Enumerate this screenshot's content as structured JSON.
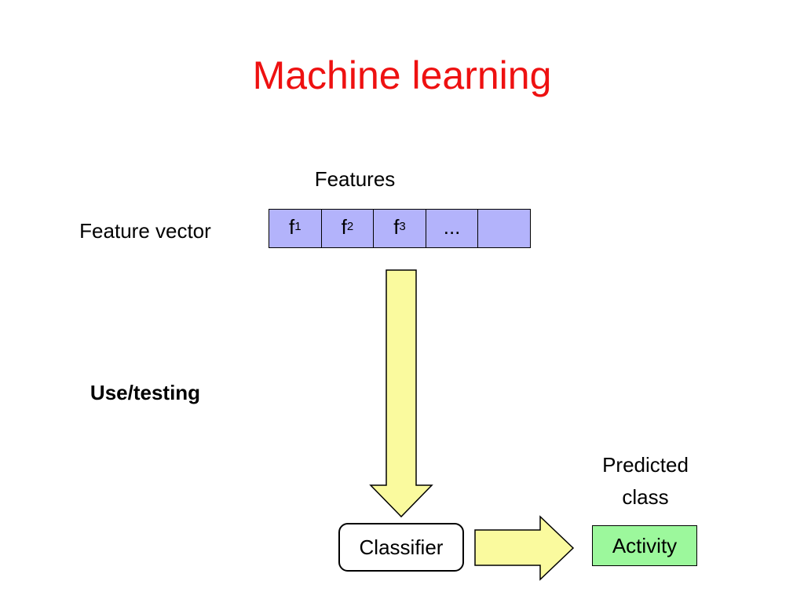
{
  "slide": {
    "title": "Machine learning",
    "features_label": "Features",
    "feature_vector_label": "Feature vector",
    "mode_label": "Use/testing",
    "predicted_class_line1": "Predicted",
    "predicted_class_line2": "class",
    "classifier_label": "Classifier",
    "output_label": "Activity"
  },
  "feature_cells": [
    {
      "base": "f",
      "sub": "1"
    },
    {
      "base": "f",
      "sub": "2"
    },
    {
      "base": "f",
      "sub": "3"
    },
    {
      "base": "...",
      "sub": ""
    },
    {
      "base": "",
      "sub": ""
    }
  ],
  "colors": {
    "title": "#ee1111",
    "vector_fill": "#b3b3fb",
    "arrow_fill": "#fafa9e",
    "output_fill": "#9cf89c"
  }
}
